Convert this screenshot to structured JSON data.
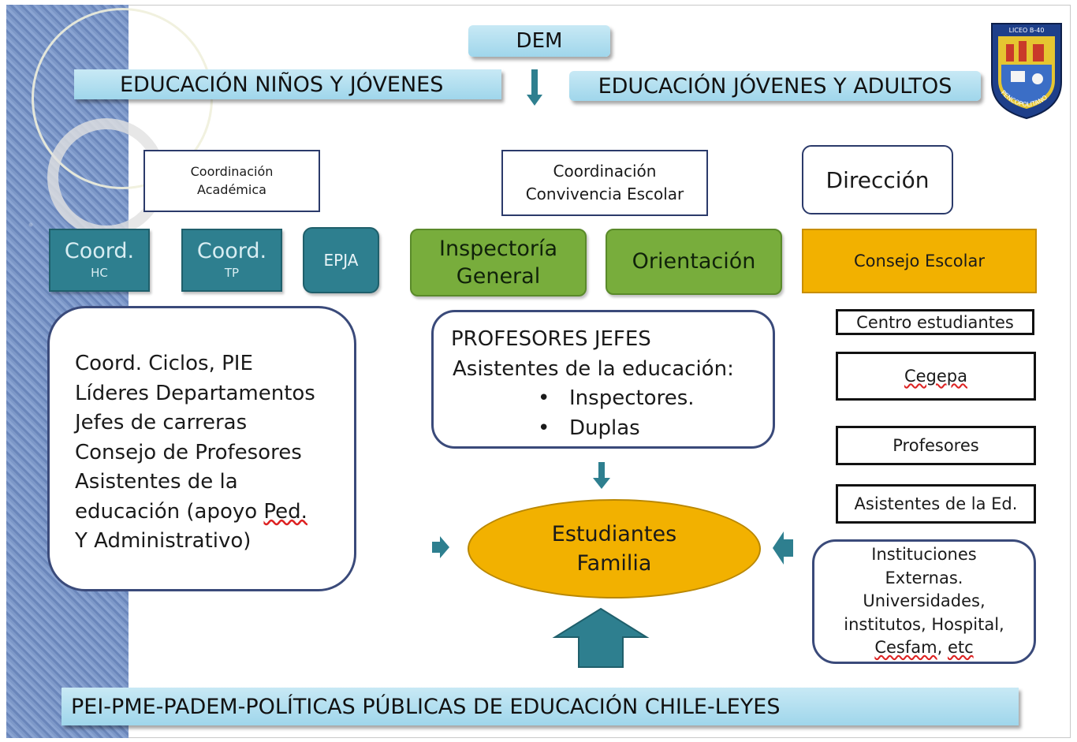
{
  "top": {
    "dem": "DEM",
    "left_banner": "EDUCACIÓN NIÑOS Y JÓVENES",
    "right_banner": "EDUCACIÓN JÓVENES Y ADULTOS"
  },
  "logo": {
    "arc_text": "PENCOPOLITANO",
    "top_text": "LICEO B-40"
  },
  "left": {
    "coord_academica": "Coordinación\nAcadémica",
    "coord_hc_main": "Coord.",
    "coord_hc_sub": "HC",
    "coord_tp_main": "Coord.",
    "coord_tp_sub": "TP",
    "epja": "EPJA",
    "list": [
      "Coord.  Ciclos, PIE",
      "Líderes Departamentos",
      "Jefes de carreras",
      "Consejo de Profesores",
      "Asistentes de la",
      "educación (apoyo ",
      "Y Administrativo)"
    ],
    "ped": "Ped."
  },
  "center": {
    "coord_convivencia": "Coordinación\nConvivencia Escolar",
    "inspectoria": "Inspectoría\nGeneral",
    "orientacion": "Orientación",
    "profesores_jefes": "PROFESORES JEFES",
    "asistentes": "Asistentes  de la educación:",
    "bullets": [
      "Inspectores.",
      "Duplas"
    ],
    "estudiantes": "Estudiantes",
    "familia": "Familia"
  },
  "right": {
    "direccion": "Dirección",
    "consejo_escolar": "Consejo Escolar",
    "centro_estudiantes": "Centro estudiantes",
    "cegepa": "Cegepa",
    "profesores": "Profesores",
    "asistentes_ed": "Asistentes de la Ed.",
    "instituciones_lines": [
      "Instituciones",
      "Externas.",
      "Universidades,",
      "institutos, Hospital,"
    ],
    "cesfam": "Cesfam",
    "etc": "etc"
  },
  "bottom": {
    "banner": "PEI-PME-PADEM-POLÍTICAS PÚBLICAS DE EDUCACIÓN CHILE-LEYES"
  },
  "colors": {
    "sky": "#a8dbee",
    "teal": "#2e7f8f",
    "green": "#78ad3c",
    "gold": "#f2b100",
    "navy": "#2b3a6a"
  }
}
